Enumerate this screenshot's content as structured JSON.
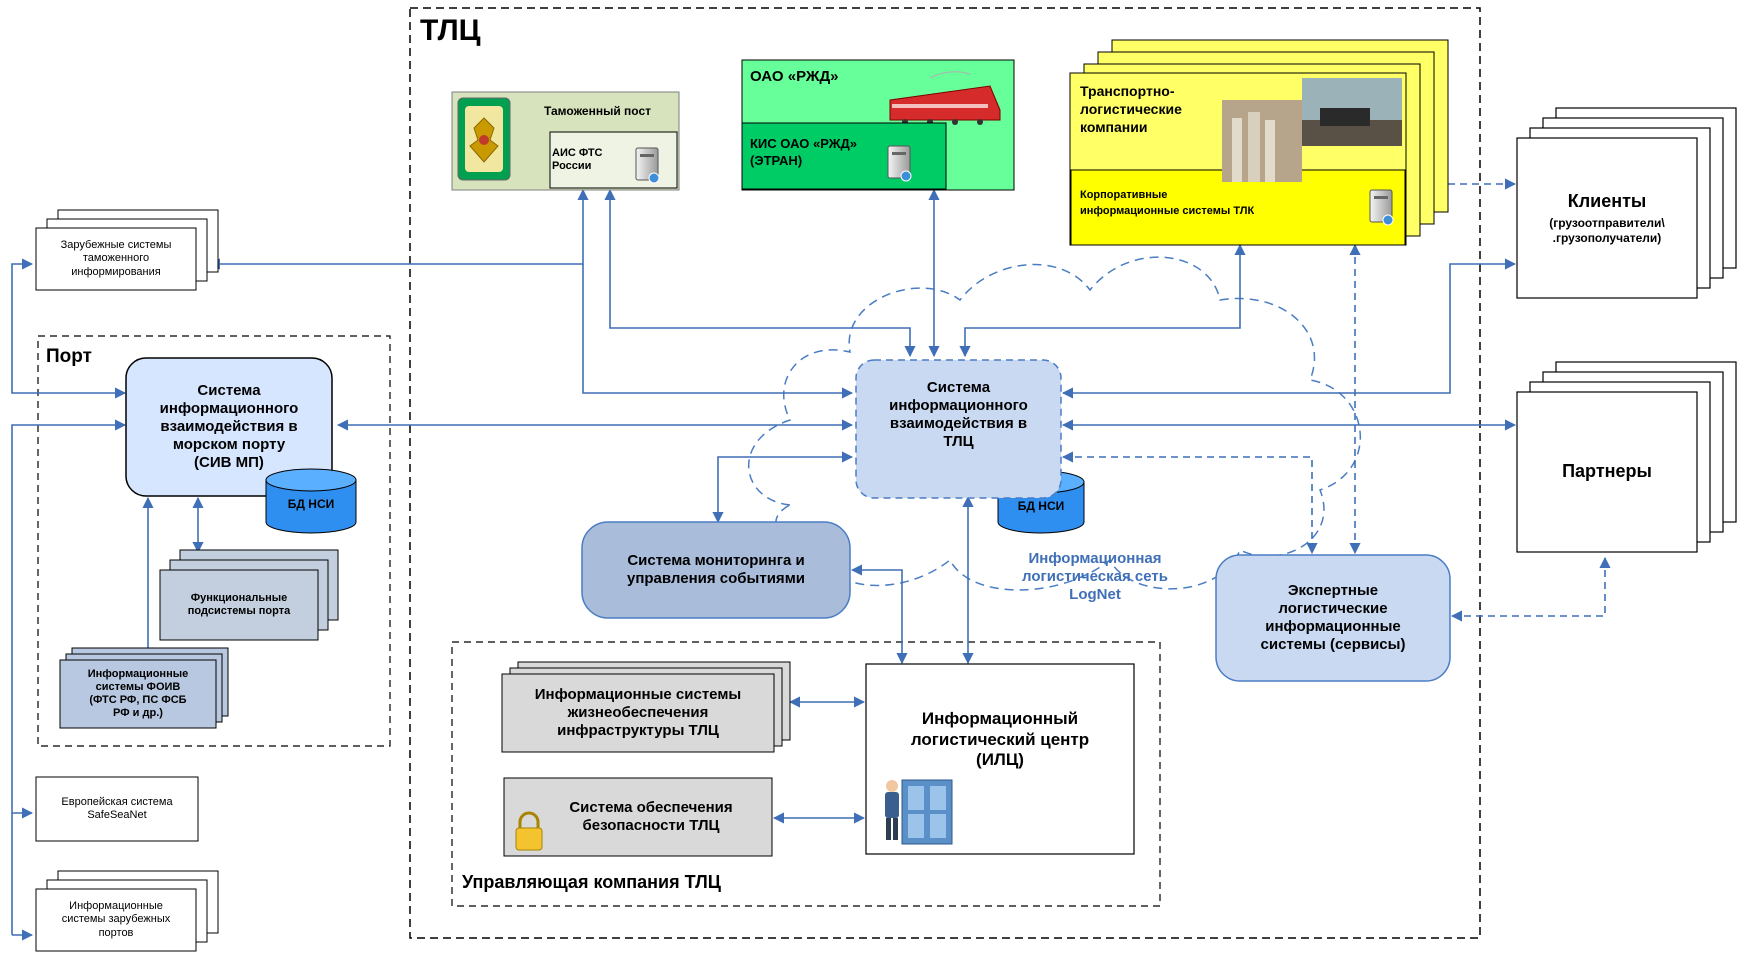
{
  "tlc_title": "ТЛЦ",
  "port_title": "Порт",
  "customs_post": "Таможенный пост",
  "ais_fts": "АИС ФТС\nРоссии",
  "rzd_title": "ОАО «РЖД»",
  "kis_rzd": "КИС ОАО «РЖД»\n(ЭТРАН)",
  "transport_companies": "Транспортно-\nлогистические\nкомпании",
  "corp_systems": "Корпоративные\nинформационные системы ТЛК",
  "clients": "Клиенты",
  "clients_sub": "(грузоотправители\\\n.грузополучатели)",
  "partners": "Партнеры",
  "foreign_customs": "Зарубежные системы\nтаможенного\nинформирования",
  "siv_mp": "Система\nинформационного\nвзаимодействия  в\nморском порту\n(СИВ МП)",
  "db_nsi_port": "БД НСИ",
  "functional_subsystems": "Функциональные\nподсистемы порта",
  "foiv_systems": "Информационные\nсистемы ФОИВ\n(ФТС РФ, ПС ФСБ\nРФ и др.)",
  "safeseanet": "Европейская система\nSafeSeaNet",
  "foreign_ports": "Информационные\nсистемы зарубежных\nпортов",
  "siv_tlc": "Система\nинформационного\nвзаимодействия  в\nТЛЦ",
  "db_nsi_tlc": "БД НСИ",
  "monitoring": "Система мониторинга и\nуправления событиями",
  "logistic_network": "Информационная\nлогистическая сеть\nLogNet",
  "expert_systems": "Экспертные\nлогистические\nинформационные\nсистемы (сервисы)",
  "life_support": "Информационные системы\nжизнеобеспечения\nинфраструктуры ТЛЦ",
  "security": "Система обеспечения\nбезопасности ТЛЦ",
  "ilc": "Информационный\nлогистический центр\n(ИЛЦ)",
  "managing_company": "Управляющая компания ТЛЦ",
  "colors": {
    "arrow": "#3f6fb6",
    "cloud": "#4a7dc4",
    "siv_fill": "#c9d9f1",
    "monitor_fill": "#a9bcd9",
    "expert_fill": "#c9d9f1",
    "rzd_fill": "#66ff99",
    "kis_fill": "#00cc66",
    "yellow": "#ffff00",
    "customs_fill": "#d6e3bc",
    "db_fill": "#2f8ff0",
    "gray": "#d9d9d9",
    "port_sys": "#d6e6ff"
  },
  "icons": [
    "server-icon",
    "lock-icon",
    "operator-icon",
    "emblem-icon",
    "train-icon"
  ]
}
